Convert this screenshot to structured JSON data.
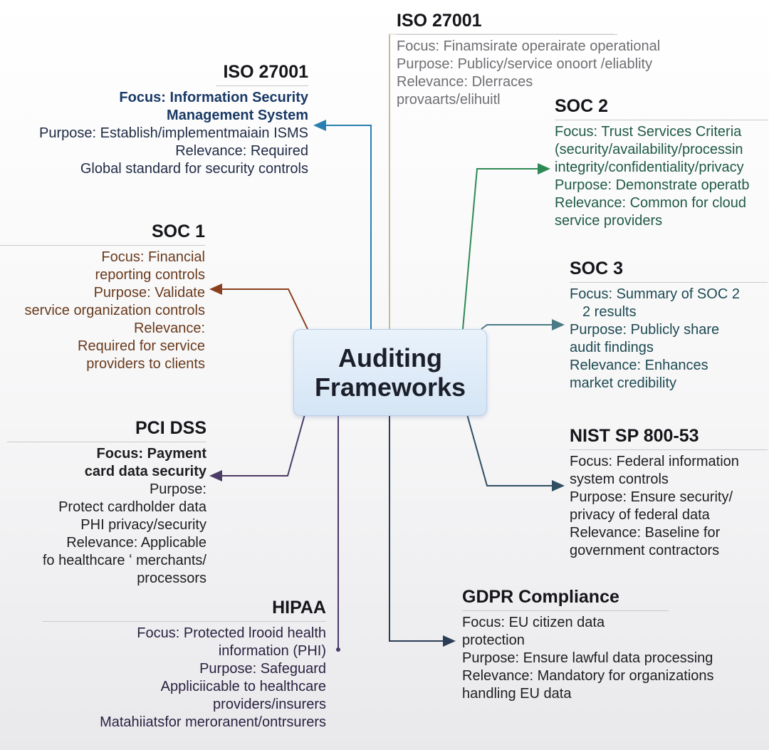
{
  "center": {
    "title_line1": "Auditing",
    "title_line2": "Frameworks"
  },
  "nodes": {
    "iso_top": {
      "title": "ISO 27001",
      "lines": [
        "Focus: Finamsirate operairate operational",
        "Purpose: Publicy/service onoort /eliablity",
        "Relevance: Dlerraces",
        "provaarts/elihuitl"
      ]
    },
    "iso_left": {
      "title": "ISO 27001",
      "lines": [
        "Focus: Information Security",
        "Management System",
        "Purpose: Establish/implementmaiain ISMS",
        "Relevance: Required",
        "Global standard for security controls"
      ]
    },
    "soc2": {
      "title": "SOC 2",
      "lines": [
        "Focus: Trust Services Criteria",
        "(security/availability/processin",
        "integrity/confidentiality/privacy",
        "Purpose: Demonstrate operatb",
        "Relevance: Common for cloud",
        "service providers"
      ]
    },
    "soc1": {
      "title": "SOC 1",
      "lines": [
        "Focus: Financial",
        "reporting controls",
        "Purpose: Validate",
        "service organization controls",
        "Relevance:",
        "Required for service",
        "providers to clients"
      ]
    },
    "soc3": {
      "title": "SOC 3",
      "lines": [
        "Focus: Summary of SOC 2",
        "2 results",
        "Purpose: Publicly share",
        "audit findings",
        "Relevance: Enhances",
        "market credibility"
      ]
    },
    "pci": {
      "title": "PCI DSS",
      "lines": [
        "Focus: Payment",
        "card data security",
        "Purpose:",
        "Protect cardholder data",
        "PHI privacy/security",
        "Relevance: Applicable",
        "fo healthcare ʻ merchants/",
        "processors"
      ]
    },
    "nist": {
      "title": "NIST SP 800-53",
      "lines": [
        "Focus: Federal information",
        "system controls",
        "Purpose: Ensure security/",
        "privacy of federal data",
        "Relevance: Baseline for",
        "government contractors"
      ]
    },
    "hipaa": {
      "title": "HIPAA",
      "lines": [
        "Focus: Protected lrooid health",
        "information (PHI)",
        "Purpose: Safeguard",
        "Appliciicable to healthcare",
        "providers/insurers",
        "Matahiiatsfor meroranent/ontrsurers"
      ]
    },
    "gdpr": {
      "title": "GDPR Compliance",
      "lines": [
        "Focus: EU citizen data",
        "protection",
        "Purpose: Ensure lawful data processing",
        "Relevance: Mandatory for organizations",
        "handling EU data"
      ]
    }
  },
  "colors": {
    "iso_left": "#2a7fb0",
    "iso_top": "#b8a88a",
    "soc2": "#2e8a55",
    "soc1": "#8a3f1f",
    "soc3": "#4a7a86",
    "pci": "#4a3c66",
    "nist": "#2f4e62",
    "hipaa": "#4a3a6a",
    "gdpr": "#2b3d55"
  }
}
